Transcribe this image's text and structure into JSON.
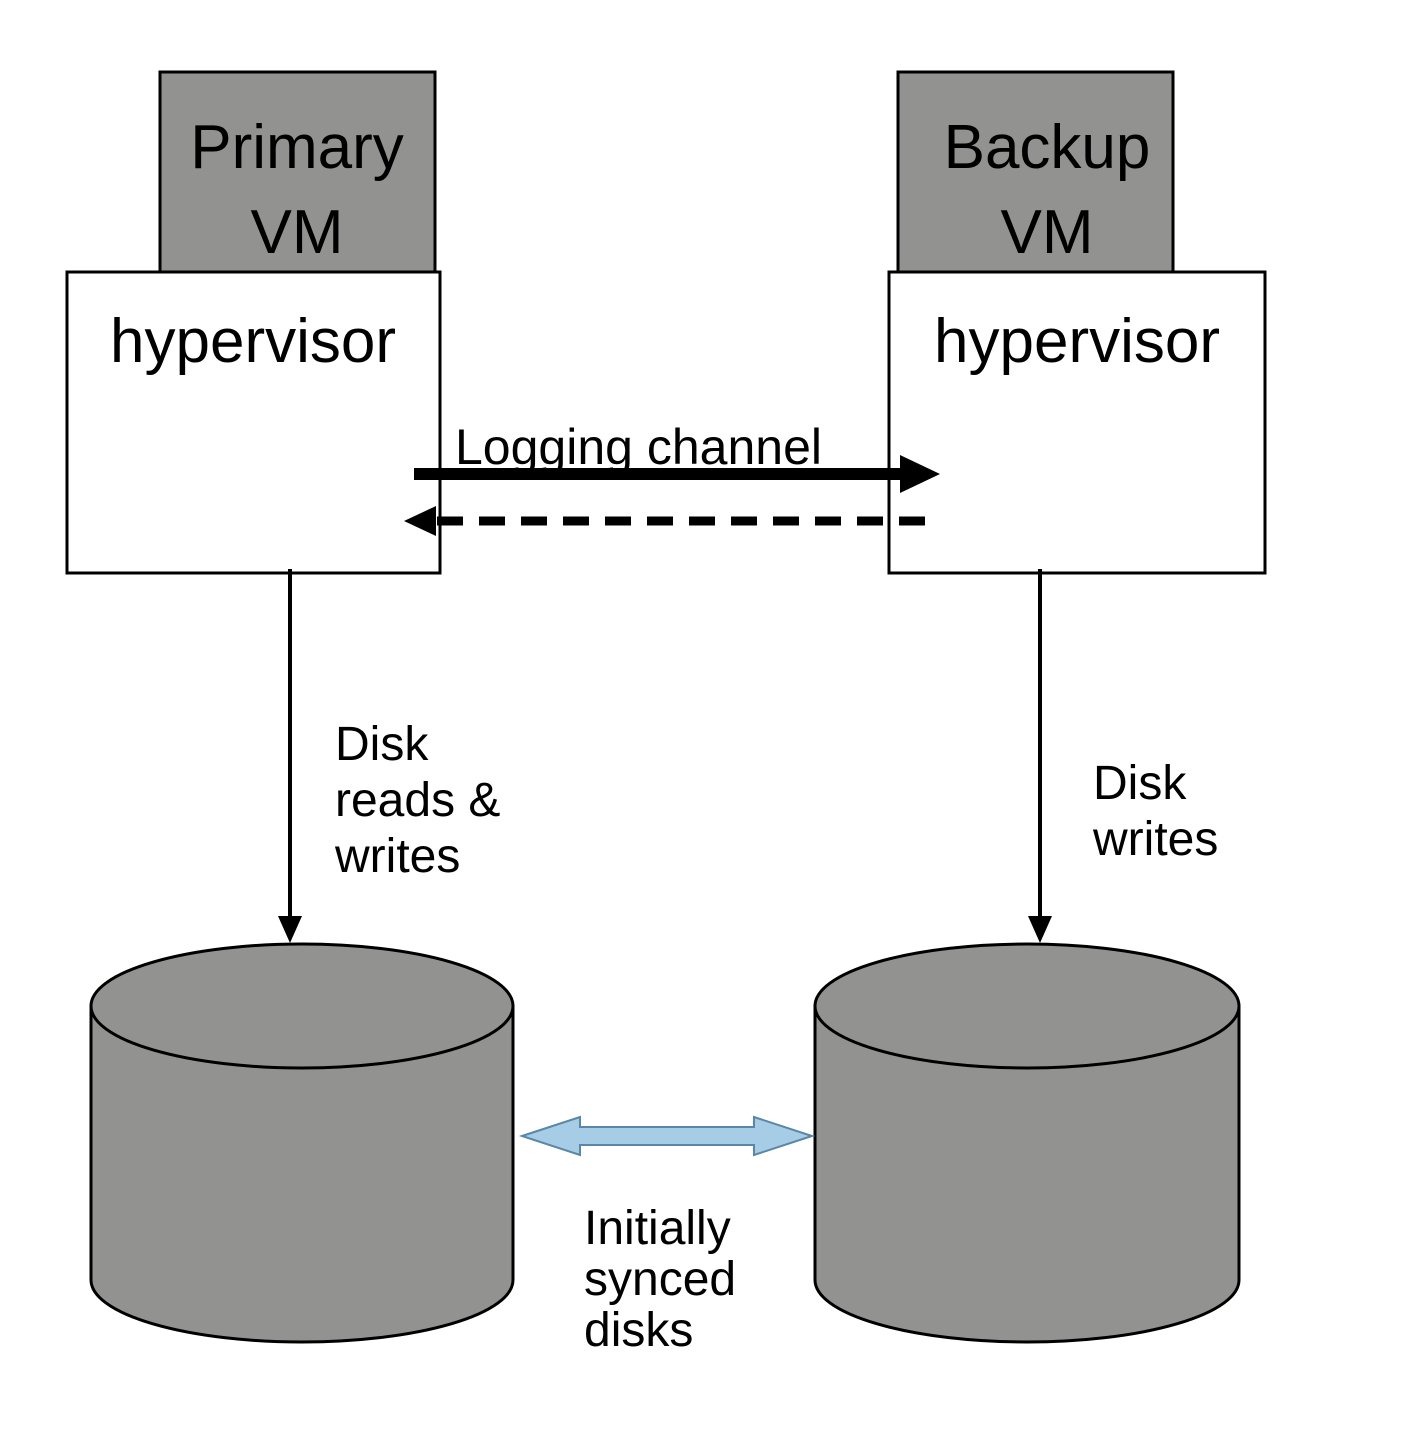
{
  "primary": {
    "vm_label_line1": "Primary",
    "vm_label_line2": "VM",
    "hypervisor_label": "hypervisor"
  },
  "backup": {
    "vm_label_line1": "Backup",
    "vm_label_line2": "VM",
    "hypervisor_label": "hypervisor"
  },
  "logging_channel": {
    "label": "Logging channel"
  },
  "primary_disk_link": {
    "line1": "Disk",
    "line2": "reads &",
    "line3": "writes"
  },
  "backup_disk_link": {
    "line1": "Disk",
    "line2": "writes"
  },
  "sync": {
    "line1": "Initially",
    "line2": "synced",
    "line3": "disks"
  },
  "colors": {
    "vm_fill": "#929290",
    "disk_fill": "#929290",
    "hypervisor_fill": "#ffffff",
    "stroke": "#000000",
    "sync_arrow_fill": "#a6cce6",
    "sync_arrow_stroke": "#5a86a8"
  }
}
